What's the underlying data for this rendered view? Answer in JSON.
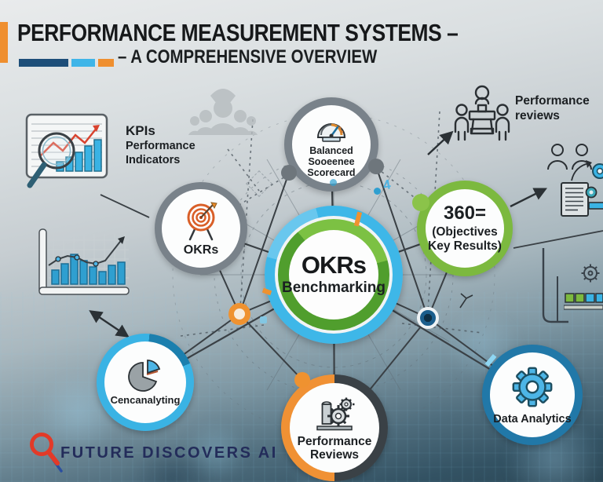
{
  "header": {
    "title": "PERFORMANCE MEASUREMENT SYSTEMS –",
    "subtitle": "– A COMPREHENSIVE OVERVIEW"
  },
  "side_labels": {
    "kpis_line1": "KPIs",
    "kpis_line2": "Performance",
    "kpis_line3": "Indicators",
    "reviews_line1": "Performance",
    "reviews_line2": "reviews"
  },
  "hub": {
    "title": "OKRs",
    "subtitle": "Benchmarking"
  },
  "satellites": {
    "balanced_scorecard": {
      "line1": "Balanced",
      "line2": "Sooeenee",
      "line3": "Scorecard"
    },
    "okrs": {
      "label": "OKRs"
    },
    "objectives": {
      "line1": "360=",
      "line2": "(Objectives",
      "line3": "Key Results)"
    },
    "benchmarking": {
      "label": "Cencanalyting"
    },
    "performance_reviews": {
      "line1": "Performance",
      "line2": "Reviews"
    },
    "data_analytics": {
      "label": "Data Analytics"
    }
  },
  "decor": {
    "glyph": "4"
  },
  "footer": {
    "brand": "FUTURE DISCOVERS AI"
  },
  "icons": [
    "gauge-icon",
    "target-icon",
    "pie-chart-icon",
    "gears-icon",
    "gear-icon",
    "kpi-board-icon",
    "bar-chart-icon",
    "meeting-icon",
    "people-group-icon",
    "two-person-icon",
    "document-icon",
    "gear-outline-chart-icon",
    "magnifier-logo-icon"
  ],
  "colors": {
    "orange": "#ef8f2f",
    "light_blue": "#3ab3e4",
    "dark_blue": "#1d4e79",
    "green_ring": "#7cb93f",
    "hub_green": "#509e2d",
    "ring_gray": "#79828a",
    "navy_node": "#1b5e8c",
    "logo_red": "#e23a28",
    "brand_navy": "#232c5a"
  }
}
